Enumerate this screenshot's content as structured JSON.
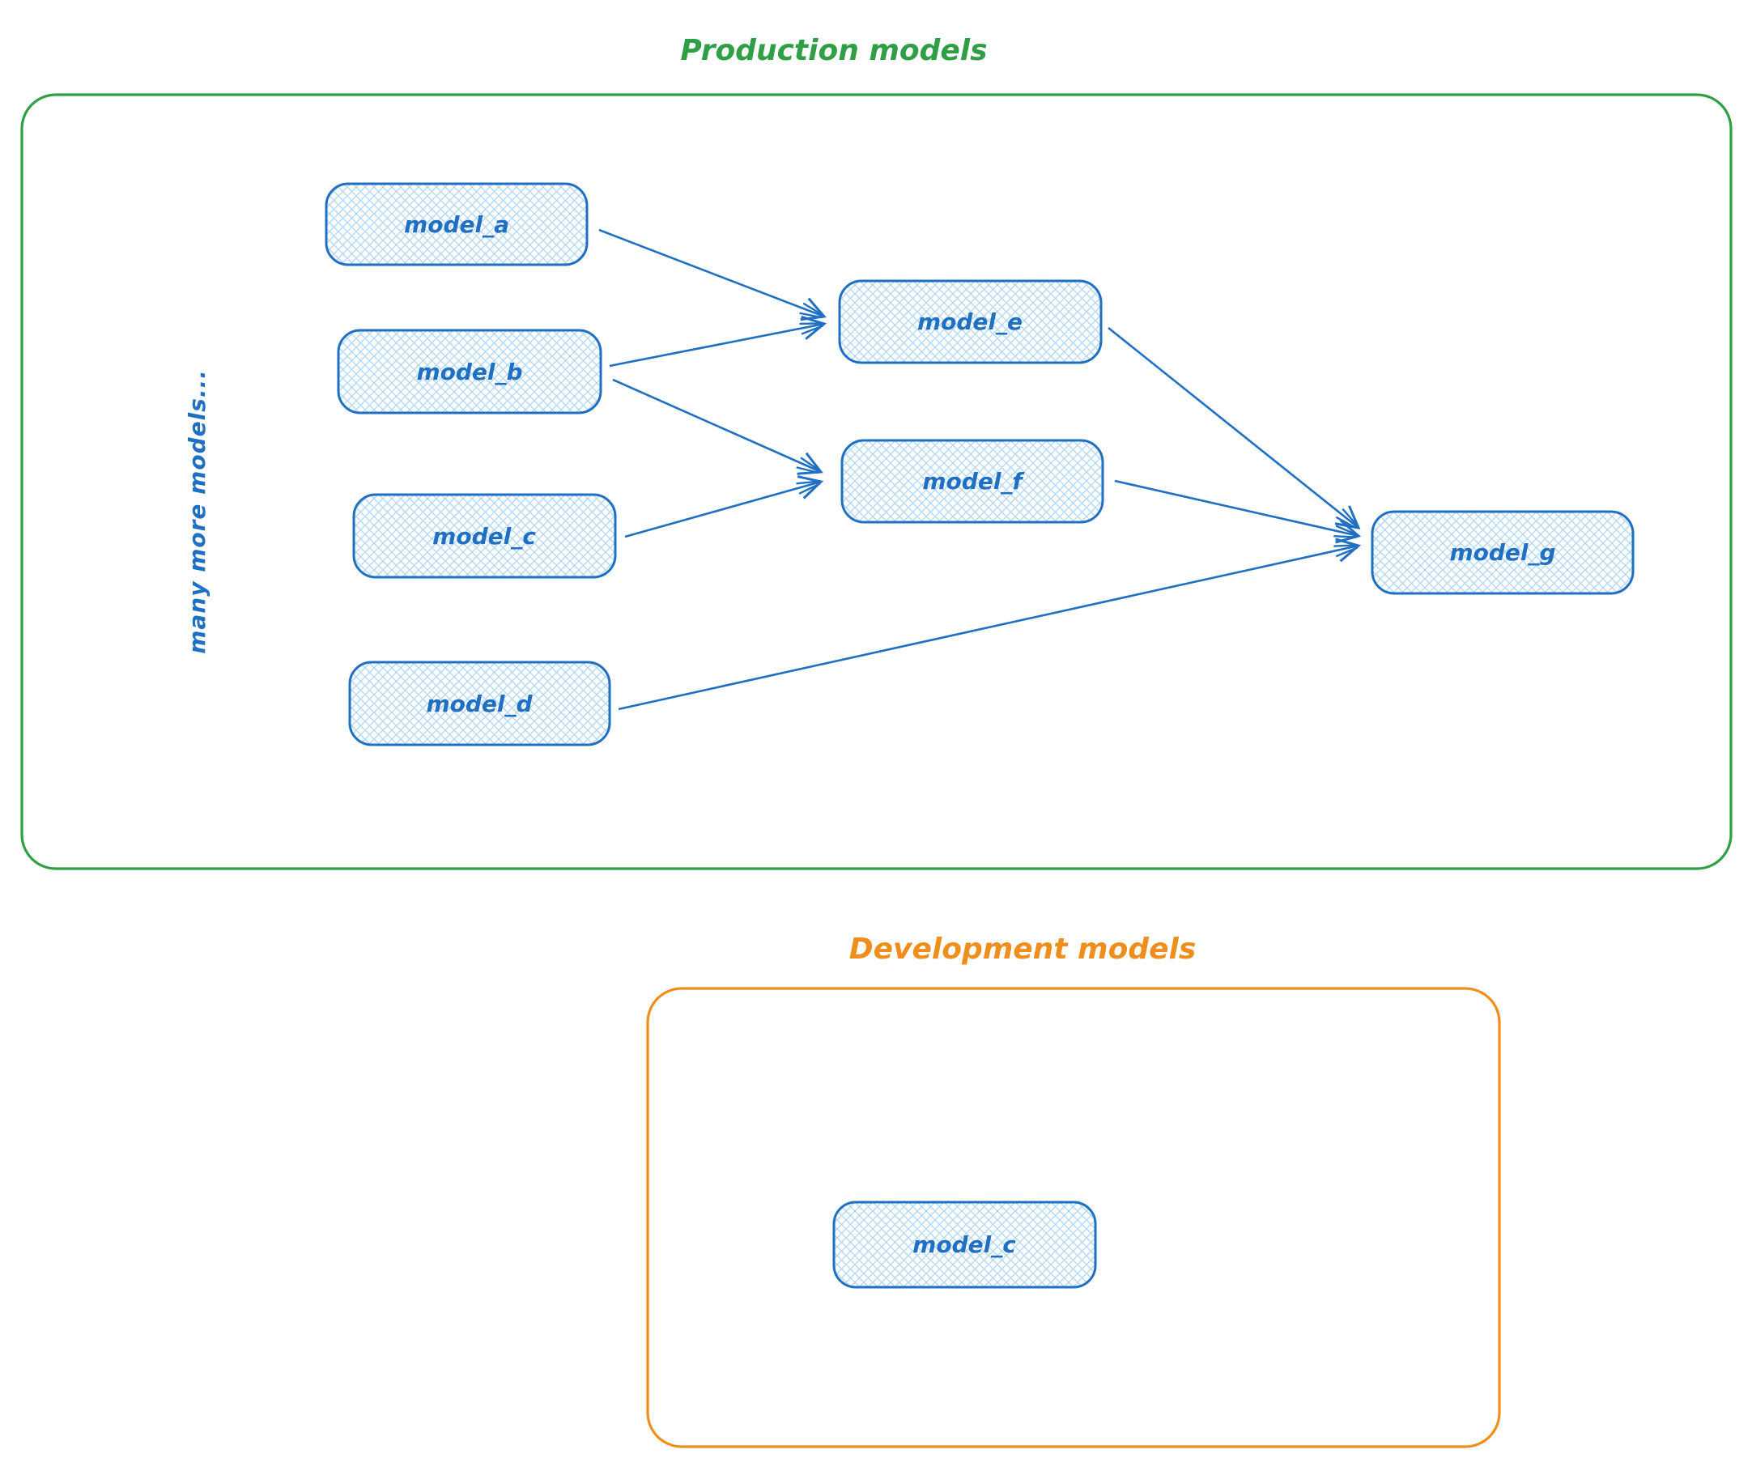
{
  "diagram": {
    "production": {
      "title": "Production models",
      "color": "#2f9e44",
      "side_note": "many more models...",
      "nodes": {
        "model_a": {
          "label": "model_a"
        },
        "model_b": {
          "label": "model_b"
        },
        "model_c": {
          "label": "model_c"
        },
        "model_d": {
          "label": "model_d"
        },
        "model_e": {
          "label": "model_e"
        },
        "model_f": {
          "label": "model_f"
        },
        "model_g": {
          "label": "model_g"
        }
      },
      "edges": [
        {
          "from": "model_a",
          "to": "model_e"
        },
        {
          "from": "model_b",
          "to": "model_e"
        },
        {
          "from": "model_b",
          "to": "model_f"
        },
        {
          "from": "model_c",
          "to": "model_f"
        },
        {
          "from": "model_e",
          "to": "model_g"
        },
        {
          "from": "model_f",
          "to": "model_g"
        },
        {
          "from": "model_d",
          "to": "model_g"
        }
      ]
    },
    "development": {
      "title": "Development models",
      "color": "#ef8e1d",
      "nodes": {
        "model_c": {
          "label": "model_c"
        }
      }
    },
    "style": {
      "node_stroke": "#1f6fc2",
      "node_hatch_fill": "#aed6f7",
      "node_text_color": "#1f6fc2"
    }
  }
}
